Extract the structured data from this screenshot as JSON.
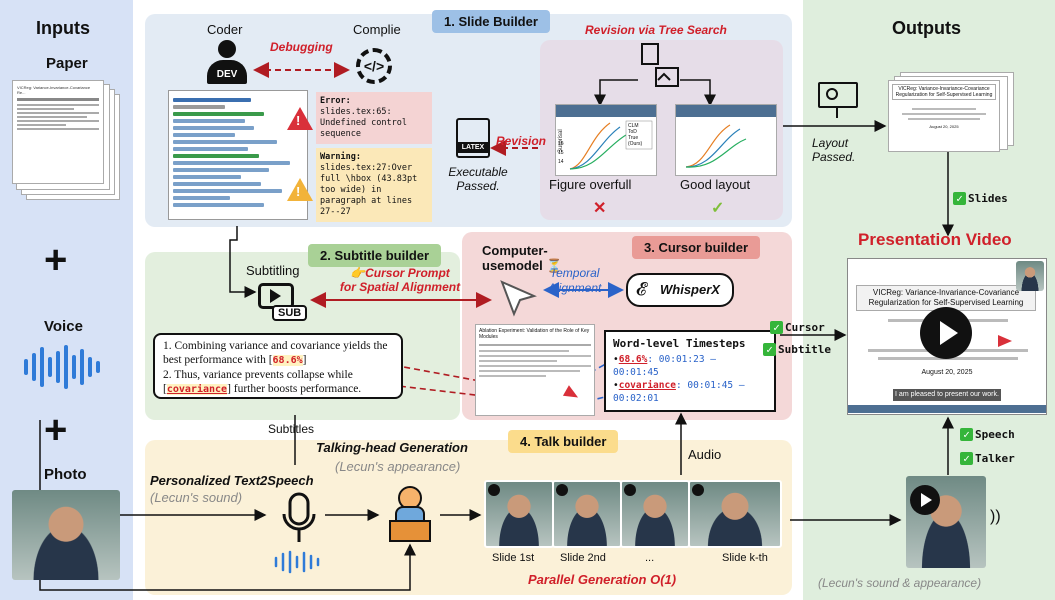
{
  "inputs": {
    "title": "Inputs",
    "paper_label": "Paper",
    "voice_label": "Voice",
    "photo_label": "Photo",
    "paper_heading": "VICReg: Variance-Invariance-Covariance Re..."
  },
  "outputs": {
    "title": "Outputs",
    "layout_passed": "Layout Passed.",
    "slides_check": "Slides",
    "presentation_video": "Presentation Video",
    "speech_check": "Speech",
    "talker_check": "Talker",
    "footer_caption": "(Lecun's sound & appearance)",
    "slide_title": "VICReg: Variance-Invariance-Covariance Regularization for Self-Supervised Learning",
    "slide_date": "August 20, 2025",
    "subtitle_bar": "I am pleased to present our work."
  },
  "slide_builder": {
    "badge": "1. Slide Builder",
    "coder": "Coder",
    "compile": "Complie",
    "debugging": "Debugging",
    "dev_label": "DEV",
    "error_title": "Error:",
    "error_text": "slides.tex:65: Undefined control sequence",
    "warning_title": "Warning:",
    "warning_text": "slides.tex:27:Over full \\hbox (43.83pt too wide) in paragraph at lines 27--27",
    "revision": "Revision",
    "latex_label": "LATEX",
    "executable_passed": "Executable Passed.",
    "revision_tree": "Revision via Tree Search",
    "figure_overfull": "Figure overfull",
    "good_layout": "Good layout",
    "plot_ylabel": "Surprisal",
    "plot_legend": [
      "CLM",
      "ToD",
      "True",
      "(Ours)"
    ],
    "plot_yticks": [
      "16",
      "15",
      "14"
    ]
  },
  "subtitle_builder": {
    "badge": "2. Subtitle builder",
    "subtitling": "Subtitling",
    "sub_label": "SUB",
    "cursor_prompt_1": "Cursor Prompt",
    "cursor_prompt_2": "for Spatial Alignment",
    "line1": "1. Combining variance and covariance yields the best performance with [",
    "highlight1": "68.6%",
    "line1_end": "]",
    "line2": "2. Thus, variance prevents collapse while [",
    "highlight2": "covariance",
    "line2_end": "] further boosts performance."
  },
  "cursor_builder": {
    "badge": "3. Cursor builder",
    "computer_use_1": "Computer-",
    "computer_use_2": "usemodel",
    "temporal_1": "Temporal",
    "temporal_2": "Alignment",
    "whisperx": "WhisperX",
    "slide_title": "Ablation Experiment: Validation of the Role of Key Modules",
    "timesteps_title": "Word-level Timesteps",
    "ts1_word": "68.6%",
    "ts1_time": ": 00:01:23 – 00:01:45",
    "ts2_word": "covariance",
    "ts2_time": ": 00:01:45 – 00:02:01",
    "cursor_check": "Cursor",
    "subtitle_check": "Subtitle"
  },
  "talk_builder": {
    "badge": "4. Talk builder",
    "subtitles": "Subtitles",
    "talking_head": "Talking-head Generation",
    "lecun_appearance": "(Lecun's appearance)",
    "personalized_tts": "Personalized Text2Speech",
    "lecun_sound": "(Lecun's sound)",
    "audio": "Audio",
    "slides": [
      "Slide 1st",
      "Slide 2nd",
      "...",
      "Slide k-th"
    ],
    "parallel": "Parallel Generation O(1)"
  },
  "colors": {
    "inputs_bg": "#d7e2f6",
    "outputs_bg": "#dfeedd",
    "slide_builder_bg": "#e3ebf4",
    "subtitle_bg": "#e3efde",
    "cursor_bg": "#f4d8d8",
    "talk_bg": "#fbf1d8",
    "accent_red": "#d0202a",
    "accent_blue": "#2a63c9"
  }
}
